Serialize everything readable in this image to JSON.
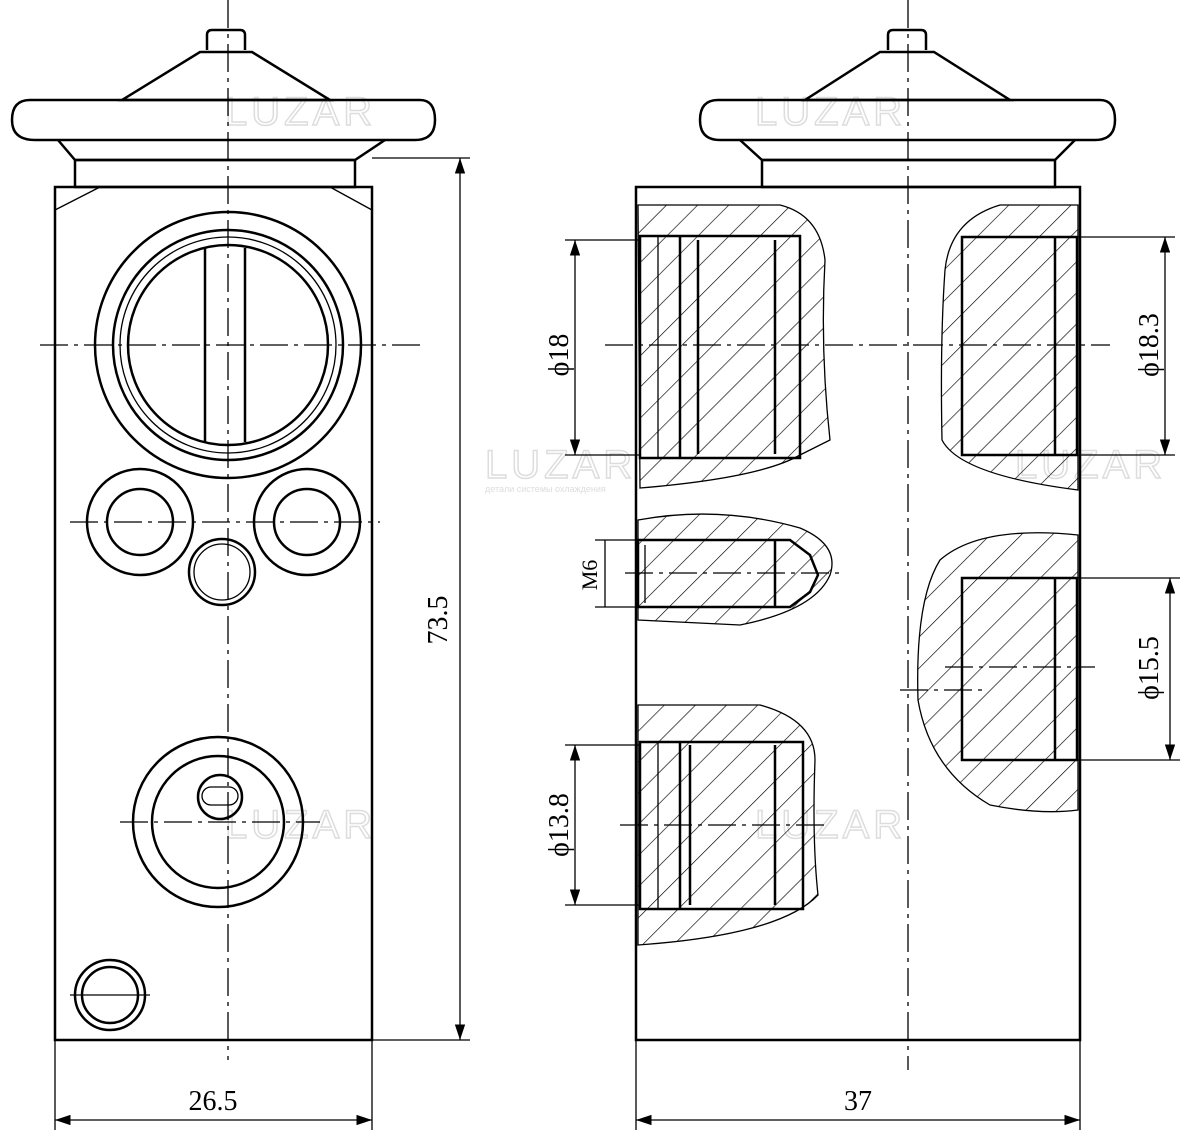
{
  "watermark": {
    "brand": "LUZAR",
    "tagline": "детали системы охлаждения"
  },
  "dimensions": {
    "width_front": "26.5",
    "height": "73.5",
    "width_side": "37",
    "port_top_left": "ϕ18",
    "port_top_right": "ϕ18.3",
    "thread": "M6",
    "port_mid_right": "ϕ15.5",
    "port_bottom_left": "ϕ13.8"
  }
}
